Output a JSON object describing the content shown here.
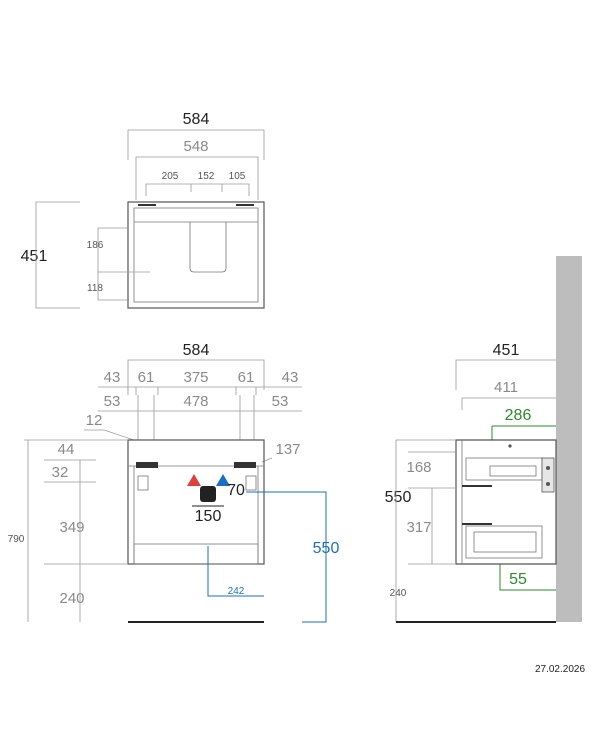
{
  "colors": {
    "blue": "#1a6fc4",
    "green": "#2b8a2b",
    "red": "#e0403a",
    "grey_wall": "#bdbdbd"
  },
  "top_view": {
    "w584": "584",
    "w548": "548",
    "w205": "205",
    "w152": "152",
    "w105": "105",
    "d451": "451",
    "d186": "186",
    "d118": "118"
  },
  "front_view": {
    "w584": "584",
    "w43a": "43",
    "w61a": "61",
    "w375": "375",
    "w61b": "61",
    "w43b": "43",
    "w53a": "53",
    "w478": "478",
    "w53b": "53",
    "w12": "12",
    "w137": "137",
    "h44": "44",
    "h32": "32",
    "h349": "349",
    "h240": "240",
    "h790": "790",
    "pipe70": "70",
    "w150": "150",
    "h550": "550",
    "w242": "242"
  },
  "side_view": {
    "d451": "451",
    "d411": "411",
    "d286": "286",
    "h168": "168",
    "h550": "550",
    "h317": "317",
    "h240": "240",
    "d55": "55"
  },
  "footer": {
    "date": "27.02.2026"
  }
}
